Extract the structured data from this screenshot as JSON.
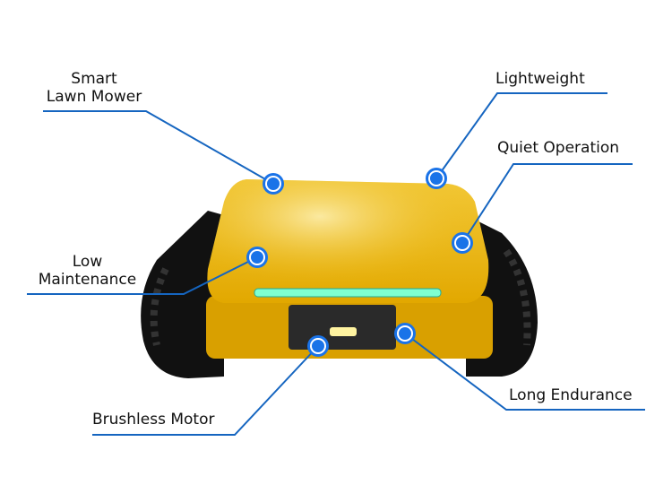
{
  "labels": {
    "smart_line1": "Smart",
    "smart_line2": "Lawn Mower",
    "lightweight": "Lightweight",
    "quiet": "Quiet Operation",
    "low_line1": "Low",
    "low_line2": "Maintenance",
    "brushless": "Brushless Motor",
    "endurance": "Long Endurance"
  },
  "colors": {
    "accent": "#1565c0",
    "dot": "#1a73e8",
    "body": "#e8b000"
  }
}
